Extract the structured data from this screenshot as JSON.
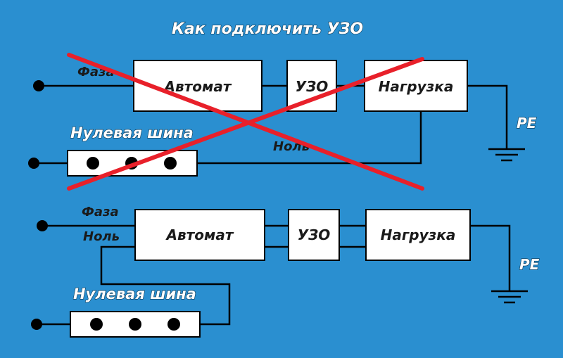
{
  "title": "Как подключить УЗО",
  "labels": {
    "phase": "Фаза",
    "neutral": "Ноль",
    "breaker": "Автомат",
    "rcd": "УЗО",
    "load": "Нагрузка",
    "neutral_bus": "Нулевая шина",
    "pe": "PE"
  },
  "colors": {
    "background": "#2a8fd0",
    "cross": "#e8202a",
    "box": "#ffffff",
    "wire": "#000000"
  }
}
